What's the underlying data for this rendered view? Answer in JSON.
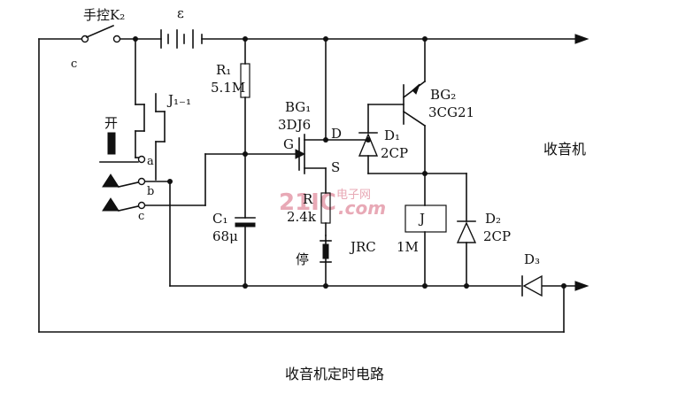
{
  "diagram": {
    "caption": "收音机定时电路",
    "labels": {
      "switch_k2": "手控K₂",
      "battery": "ε",
      "junction_left": "c",
      "r1_name": "R₁",
      "r1_value": "5.1M",
      "j11": "J₁₋₁",
      "kai": "开",
      "term_a": "a",
      "term_b": "b",
      "term_c": "c",
      "bg1_name": "BG₁",
      "bg1_type": "3DJ6",
      "gate": "G",
      "drain": "D",
      "source": "S",
      "d1_name": "D₁",
      "d1_type": "2CP",
      "bg2_name": "BG₂",
      "bg2_type": "3CG21",
      "radio": "收音机",
      "c1_name": "C₁",
      "c1_value": "68μ",
      "r2_name": "R",
      "r2_value": "2.4k",
      "relay": "J",
      "jrc": "JRC",
      "relay_value": "1M",
      "d2_name": "D₂",
      "d2_type": "2CP",
      "d3_name": "D₃",
      "ting": "停"
    },
    "watermark": {
      "brand": "21IC",
      "sub": "电子网",
      "domain": ".com"
    }
  }
}
